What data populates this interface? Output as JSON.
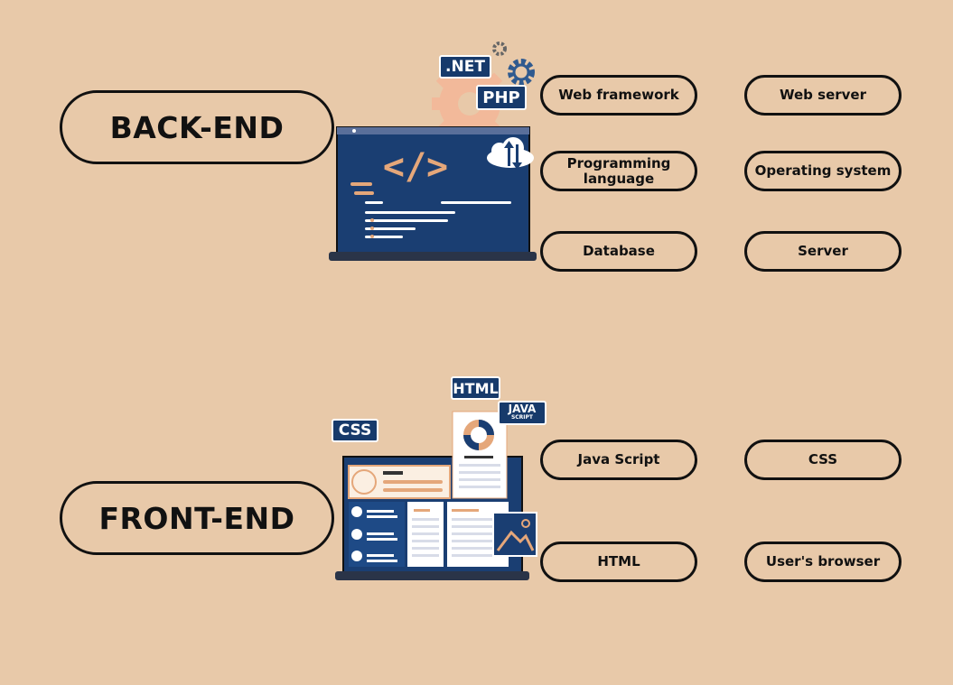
{
  "backend": {
    "title": "BACK-END",
    "tags": [
      ".NET",
      "PHP"
    ],
    "code_symbol": "</>",
    "items": [
      "Web framework",
      "Web server",
      "Programming language",
      "Operating system",
      "Database",
      "Server"
    ]
  },
  "frontend": {
    "title": "FRONT-END",
    "tags": {
      "html": "HTML",
      "css": "CSS",
      "js_top": "JAVA",
      "js_bottom": "SCRIPT"
    },
    "items": [
      "Java Script",
      "CSS",
      "HTML",
      "User's browser"
    ]
  },
  "colors": {
    "background": "#E8C9A9",
    "navy": "#173A6B",
    "accent": "#E5A77A",
    "outline": "#111111"
  },
  "icons": [
    "gear-icon",
    "cloud-sync-icon",
    "code-icon",
    "image-icon",
    "donut-chart-icon"
  ]
}
